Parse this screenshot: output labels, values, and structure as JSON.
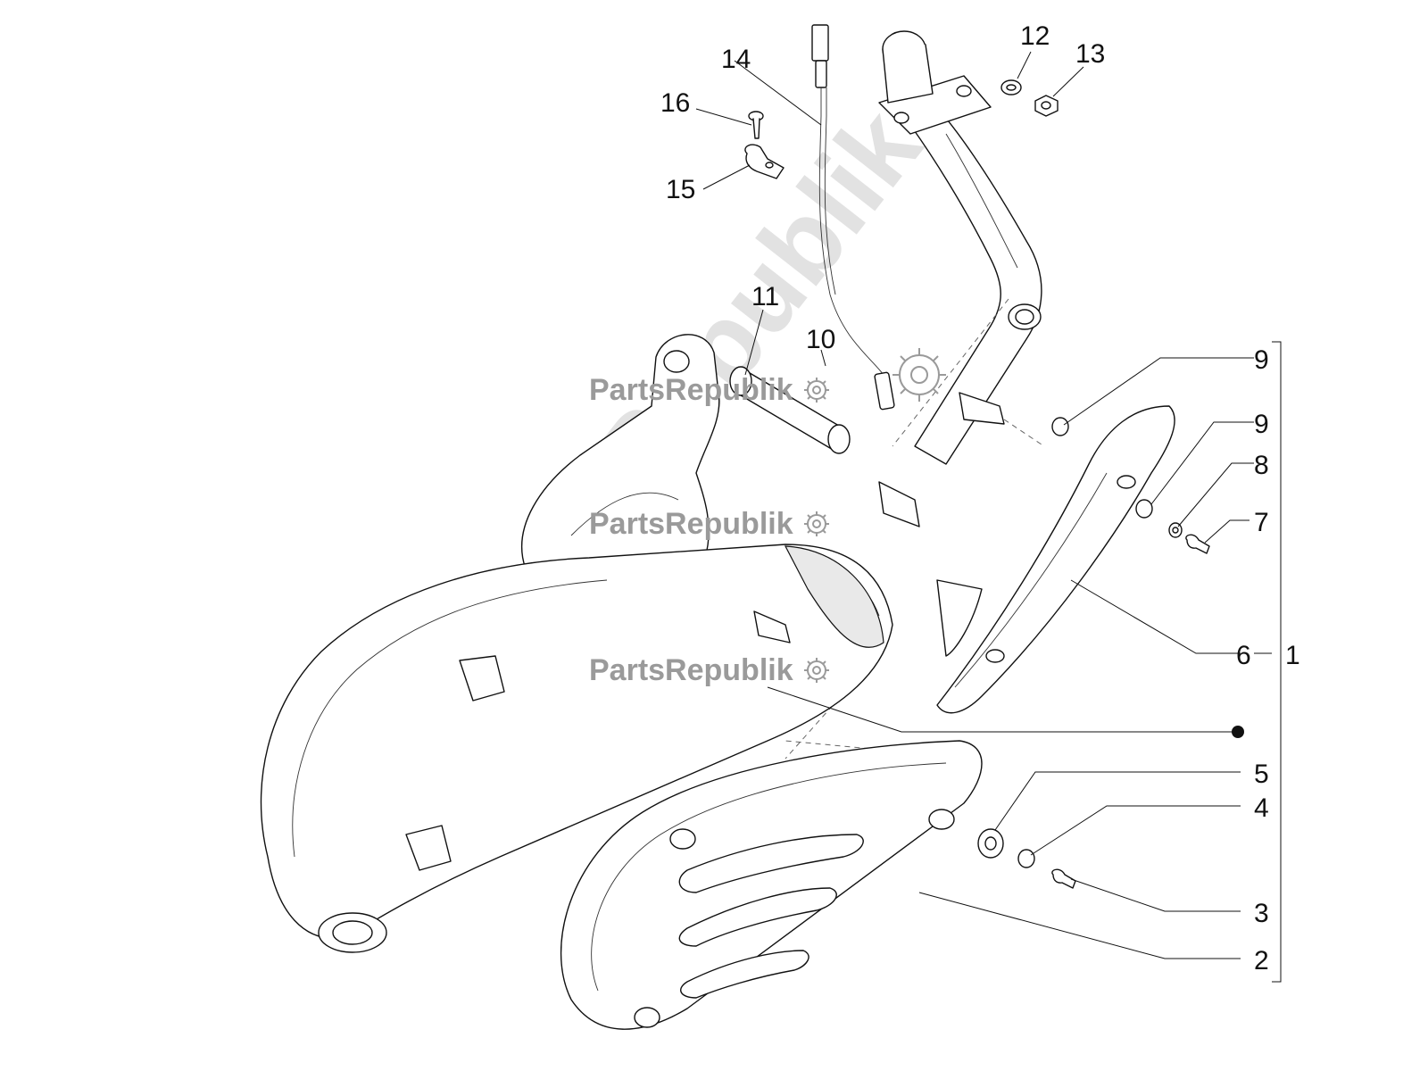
{
  "diagram": {
    "callouts": [
      {
        "id": "c1",
        "label": "1"
      },
      {
        "id": "c2",
        "label": "2"
      },
      {
        "id": "c3",
        "label": "3"
      },
      {
        "id": "c4",
        "label": "4"
      },
      {
        "id": "c5",
        "label": "5"
      },
      {
        "id": "c6",
        "label": "6"
      },
      {
        "id": "c7",
        "label": "7"
      },
      {
        "id": "c8",
        "label": "8"
      },
      {
        "id": "c9a",
        "label": "9"
      },
      {
        "id": "c9b",
        "label": "9"
      },
      {
        "id": "c10",
        "label": "10"
      },
      {
        "id": "c11",
        "label": "11"
      },
      {
        "id": "c12",
        "label": "12"
      },
      {
        "id": "c13",
        "label": "13"
      },
      {
        "id": "c14",
        "label": "14"
      },
      {
        "id": "c15",
        "label": "15"
      },
      {
        "id": "c16",
        "label": "16"
      }
    ]
  },
  "watermark": {
    "brand": "PartsRepublik",
    "diagonal": "PartsRepublik",
    "color": "#9a9a9a"
  }
}
